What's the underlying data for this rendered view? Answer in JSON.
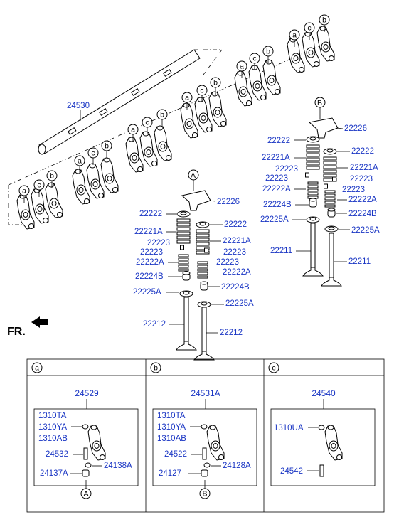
{
  "labels": {
    "shaft": "24530",
    "bridge_a": "22226",
    "bridge_b": "22226",
    "retainer_a": "22222",
    "retainer_a2": "22222",
    "retainer_b": "22222",
    "retainer_b2": "22222",
    "spring_a": "22221A",
    "spring_a2": "22221A",
    "spring_b": "22221A",
    "spring_b2": "22221A",
    "key_a1": "22223",
    "key_a2": "22223",
    "key_a3": "22223",
    "key_a4": "22223",
    "key_b1": "22223",
    "key_b2": "22223",
    "key_b3": "22223",
    "key_b4": "22223",
    "inner_spring_a": "22222A",
    "inner_spring_a2": "22222A",
    "inner_spring_b": "22222A",
    "inner_spring_b2": "22222A",
    "seal_a": "22224B",
    "seal_a2": "22224B",
    "seal_b": "22224B",
    "seal_b2": "22224B",
    "seat_a": "22225A",
    "seat_a2": "22225A",
    "seat_b": "22225A",
    "seat_b2": "22225A",
    "valve_a": "22212",
    "valve_a2": "22212",
    "valve_b": "22211",
    "valve_b2": "22211",
    "fr": "FR.",
    "callout_a": "A",
    "callout_b": "B"
  },
  "letters": [
    "a",
    "b",
    "c"
  ],
  "table": {
    "headers": [
      "a",
      "b",
      "c"
    ],
    "panels": [
      {
        "assembly": "24529",
        "parts": [
          "1310TA",
          "1310YA",
          "1310AB",
          "24532",
          "24137A",
          "24138A"
        ],
        "ref": "A"
      },
      {
        "assembly": "24531A",
        "parts": [
          "1310TA",
          "1310YA",
          "1310AB",
          "24522",
          "24127",
          "24128A"
        ],
        "ref": "B"
      },
      {
        "assembly": "24540",
        "parts": [
          "1310UA",
          "24542"
        ]
      }
    ]
  }
}
